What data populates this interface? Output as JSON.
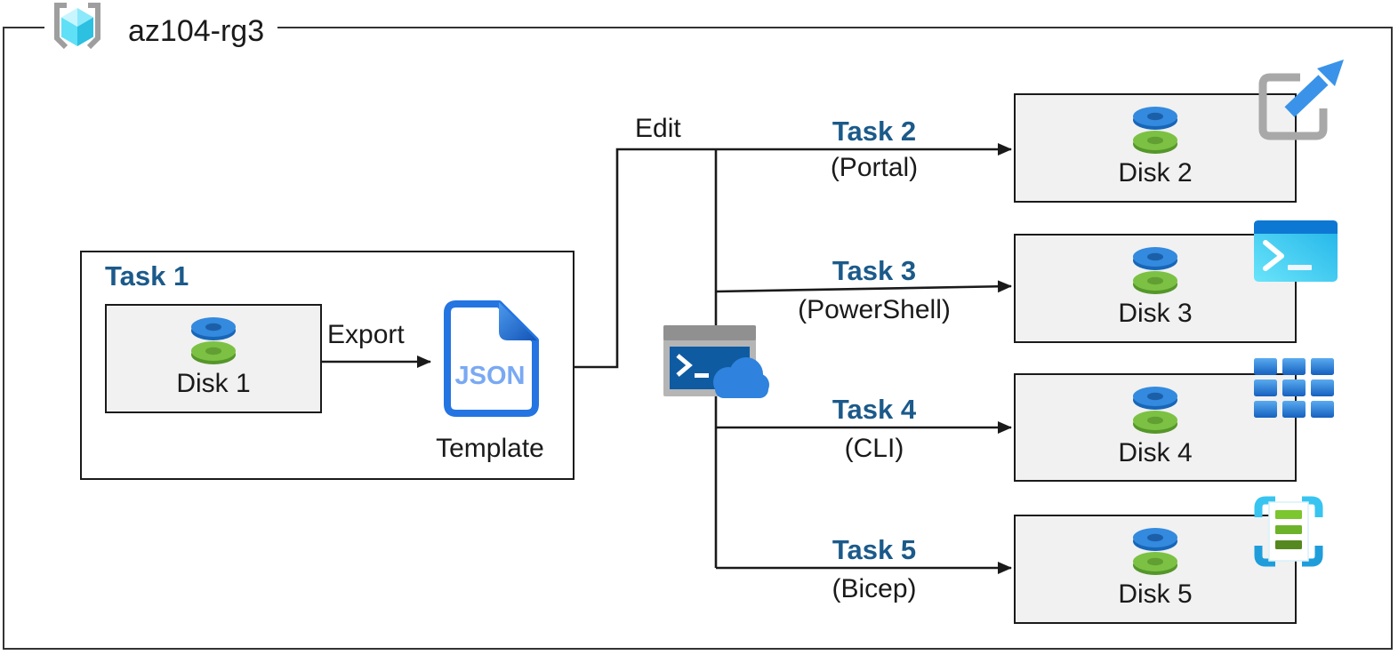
{
  "header": {
    "resource_group": "az104-rg3"
  },
  "task1": {
    "title": "Task 1",
    "disk": "Disk 1",
    "export": "Export",
    "json_badge": "JSON",
    "template": "Template"
  },
  "edit": "Edit",
  "tasks": [
    {
      "title": "Task 2",
      "method": "(Portal)",
      "disk": "Disk 2",
      "icon": "azure-portal-icon"
    },
    {
      "title": "Task 3",
      "method": "(PowerShell)",
      "disk": "Disk 3",
      "icon": "powershell-icon"
    },
    {
      "title": "Task 4",
      "method": "(CLI)",
      "disk": "Disk 4",
      "icon": "azure-cli-icon"
    },
    {
      "title": "Task 5",
      "method": "(Bicep)",
      "disk": "Disk 5",
      "icon": "bicep-template-icon"
    }
  ],
  "icons": {
    "resource_group": "resource-group-icon",
    "disk": "managed-disk-icon",
    "json_template": "json-template-icon",
    "cloud_shell": "cloud-shell-icon"
  },
  "colors": {
    "task_label_blue": "#1b5a8a",
    "box_fill_gray": "#f1f1f1",
    "line_black": "#1a1a1a",
    "azure_blue": "#2f82dd",
    "disk_green": "#7cc143",
    "cyan": "#35c1ee"
  }
}
